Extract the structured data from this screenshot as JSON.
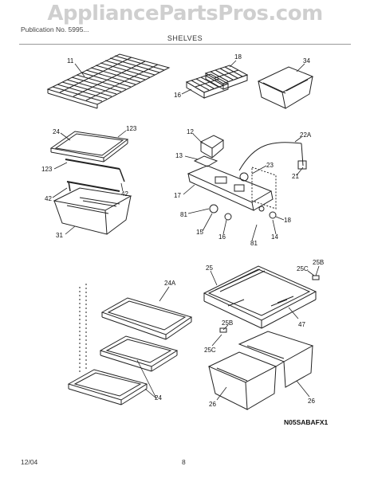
{
  "watermark": "AppliancePartsPros.com",
  "header": {
    "left_text": "Publication No. 5995...",
    "title": "SHELVES"
  },
  "callouts": {
    "c11": "11",
    "c18": "18",
    "c16": "16",
    "c34": "34",
    "c24": "24",
    "c123a": "123",
    "c123b": "123",
    "c42a": "42",
    "c42b": "42",
    "c31": "31",
    "c12": "12",
    "c13": "13",
    "c22A": "22A",
    "c23": "23",
    "c21": "21",
    "c17": "17",
    "c81a": "81",
    "c18b": "18",
    "c15": "15",
    "c16b": "16",
    "c81b": "81",
    "c14": "14",
    "c24A": "24A",
    "c24b": "24",
    "c25": "25",
    "c25C": "25C",
    "c25B": "25B",
    "c47": "47",
    "c25Bb": "25B",
    "c25Cb": "25C",
    "c26a": "26",
    "c26b": "26"
  },
  "diagram_code": "N05SABAFX1",
  "footer": {
    "date": "12/04",
    "page": "8"
  }
}
